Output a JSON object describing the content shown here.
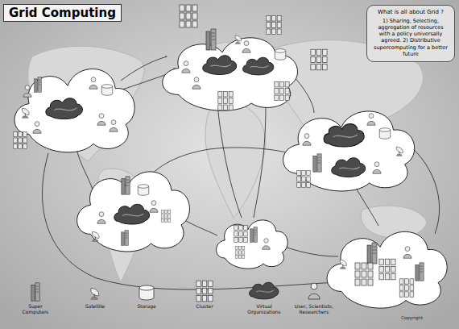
{
  "diagram": {
    "title": "Grid Computing",
    "nodes": [
      {
        "text": [
          "What is all about Grid ?",
          "1) Sharing, Selecting, aggregation of resources with a policy universally agreed. 2) Distributive supercomputing for a better future"
        ]
      }
    ],
    "labels": [
      "Copyright"
    ],
    "legend": [
      {
        "text": "Super Computers"
      },
      {
        "text": "Satellite"
      },
      {
        "text": "Storage"
      },
      {
        "text": "Cluster"
      },
      {
        "text": "Virtual Organizations"
      },
      {
        "text": "User, Scientists, Researchers"
      }
    ]
  }
}
